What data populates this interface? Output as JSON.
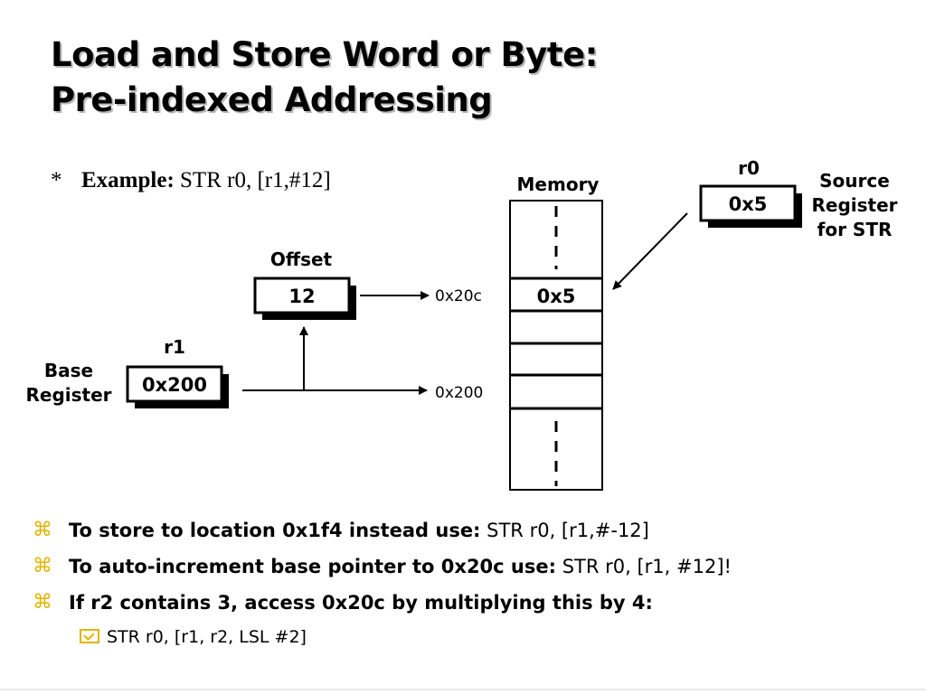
{
  "title": {
    "line1": "Load and Store Word or Byte:",
    "line2": "Pre-indexed Addressing"
  },
  "example": {
    "bullet": "*",
    "label": "Example:",
    "code": "STR r0, [r1,#12]"
  },
  "diagram": {
    "memory_label": "Memory",
    "memory_value": "0x5",
    "r0_label": "r0",
    "r0_value": "0x5",
    "source_label": [
      "Source",
      "Register",
      "for STR"
    ],
    "offset_label": "Offset",
    "offset_value": "12",
    "offset_addr": "0x20c",
    "r1_label": "r1",
    "r1_value": "0x200",
    "base_label": [
      "Base",
      "Register"
    ],
    "base_addr": "0x200"
  },
  "bullets": [
    {
      "mark": "⌘",
      "bold": "To store to location 0x1f4 instead use:",
      "plain": " STR r0, [r1,#-12]"
    },
    {
      "mark": "⌘",
      "bold": "To auto-increment base pointer to 0x20c use:",
      "plain": " STR r0, [r1, #12]!"
    },
    {
      "mark": "⌘",
      "bold": "If r2 contains 3, access 0x20c by multiplying this by 4:",
      "plain": ""
    }
  ],
  "sub_bullet": "STR r0, [r1, r2, LSL #2]",
  "colors": {
    "bullet_accent": "#e2b400"
  }
}
